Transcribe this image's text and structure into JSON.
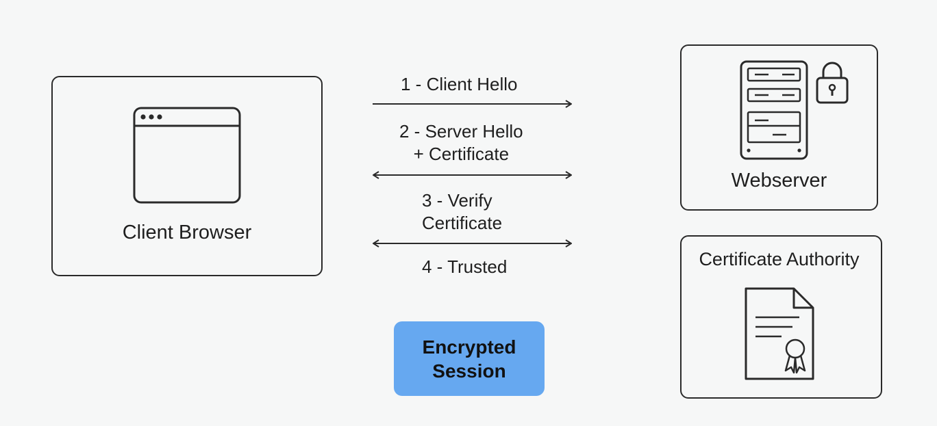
{
  "nodes": {
    "client": {
      "label": "Client Browser",
      "icon": "browser-window-icon"
    },
    "webserver": {
      "label": "Webserver",
      "icon": "server-rack-icon",
      "badge_icon": "padlock-icon"
    },
    "ca": {
      "label": "Certificate Authority",
      "icon": "certificate-document-icon"
    }
  },
  "steps": [
    {
      "line1": "1 - Client Hello",
      "line2": "",
      "direction": "right"
    },
    {
      "line1": "2 - Server Hello",
      "line2": "+ Certificate",
      "direction": "both"
    },
    {
      "line1": "3 - Verify",
      "line2": "Certificate",
      "direction": "both"
    },
    {
      "line1": "4 - Trusted",
      "line2": "",
      "direction": "none"
    }
  ],
  "session": {
    "line1": "Encrypted",
    "line2": "Session",
    "color": "#66a8f0"
  }
}
